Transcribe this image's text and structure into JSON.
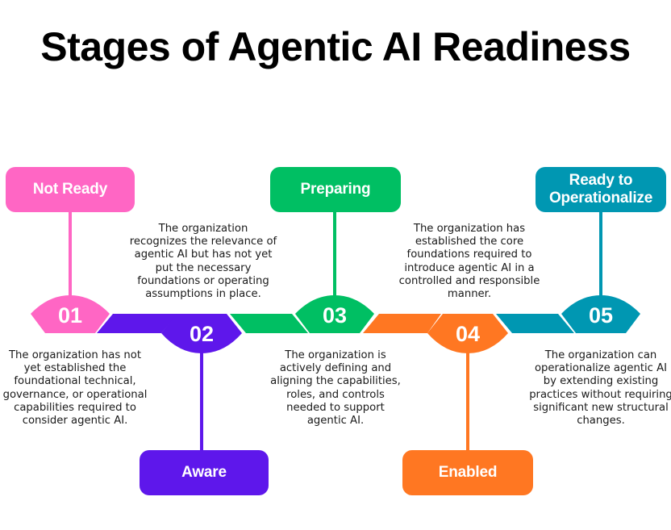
{
  "title": "Stages of Agentic AI Readiness",
  "stages": [
    {
      "number": "01",
      "label": "Not Ready",
      "color": "#ff66c4",
      "description": "The organization has not yet established the foundational technical, governance, or operational capabilities required to consider agentic AI."
    },
    {
      "number": "02",
      "label": "Aware",
      "color": "#5e17eb",
      "description": "The organization recognizes the relevance of agentic AI but has not yet put the necessary foundations or operating assumptions in place."
    },
    {
      "number": "03",
      "label": "Preparing",
      "color": "#00bf63",
      "description": "The organization is actively defining and aligning the capabilities, roles, and controls needed to support agentic AI."
    },
    {
      "number": "04",
      "label": "Enabled",
      "color": "#ff7722",
      "description": "The organization has established the core foundations required to introduce agentic AI in a controlled and responsible manner."
    },
    {
      "number": "05",
      "label": "Ready to Operationalize",
      "color": "#0097b2",
      "description": "The organization can operationalize agentic AI by extending existing practices without requiring significant new structural changes."
    }
  ]
}
